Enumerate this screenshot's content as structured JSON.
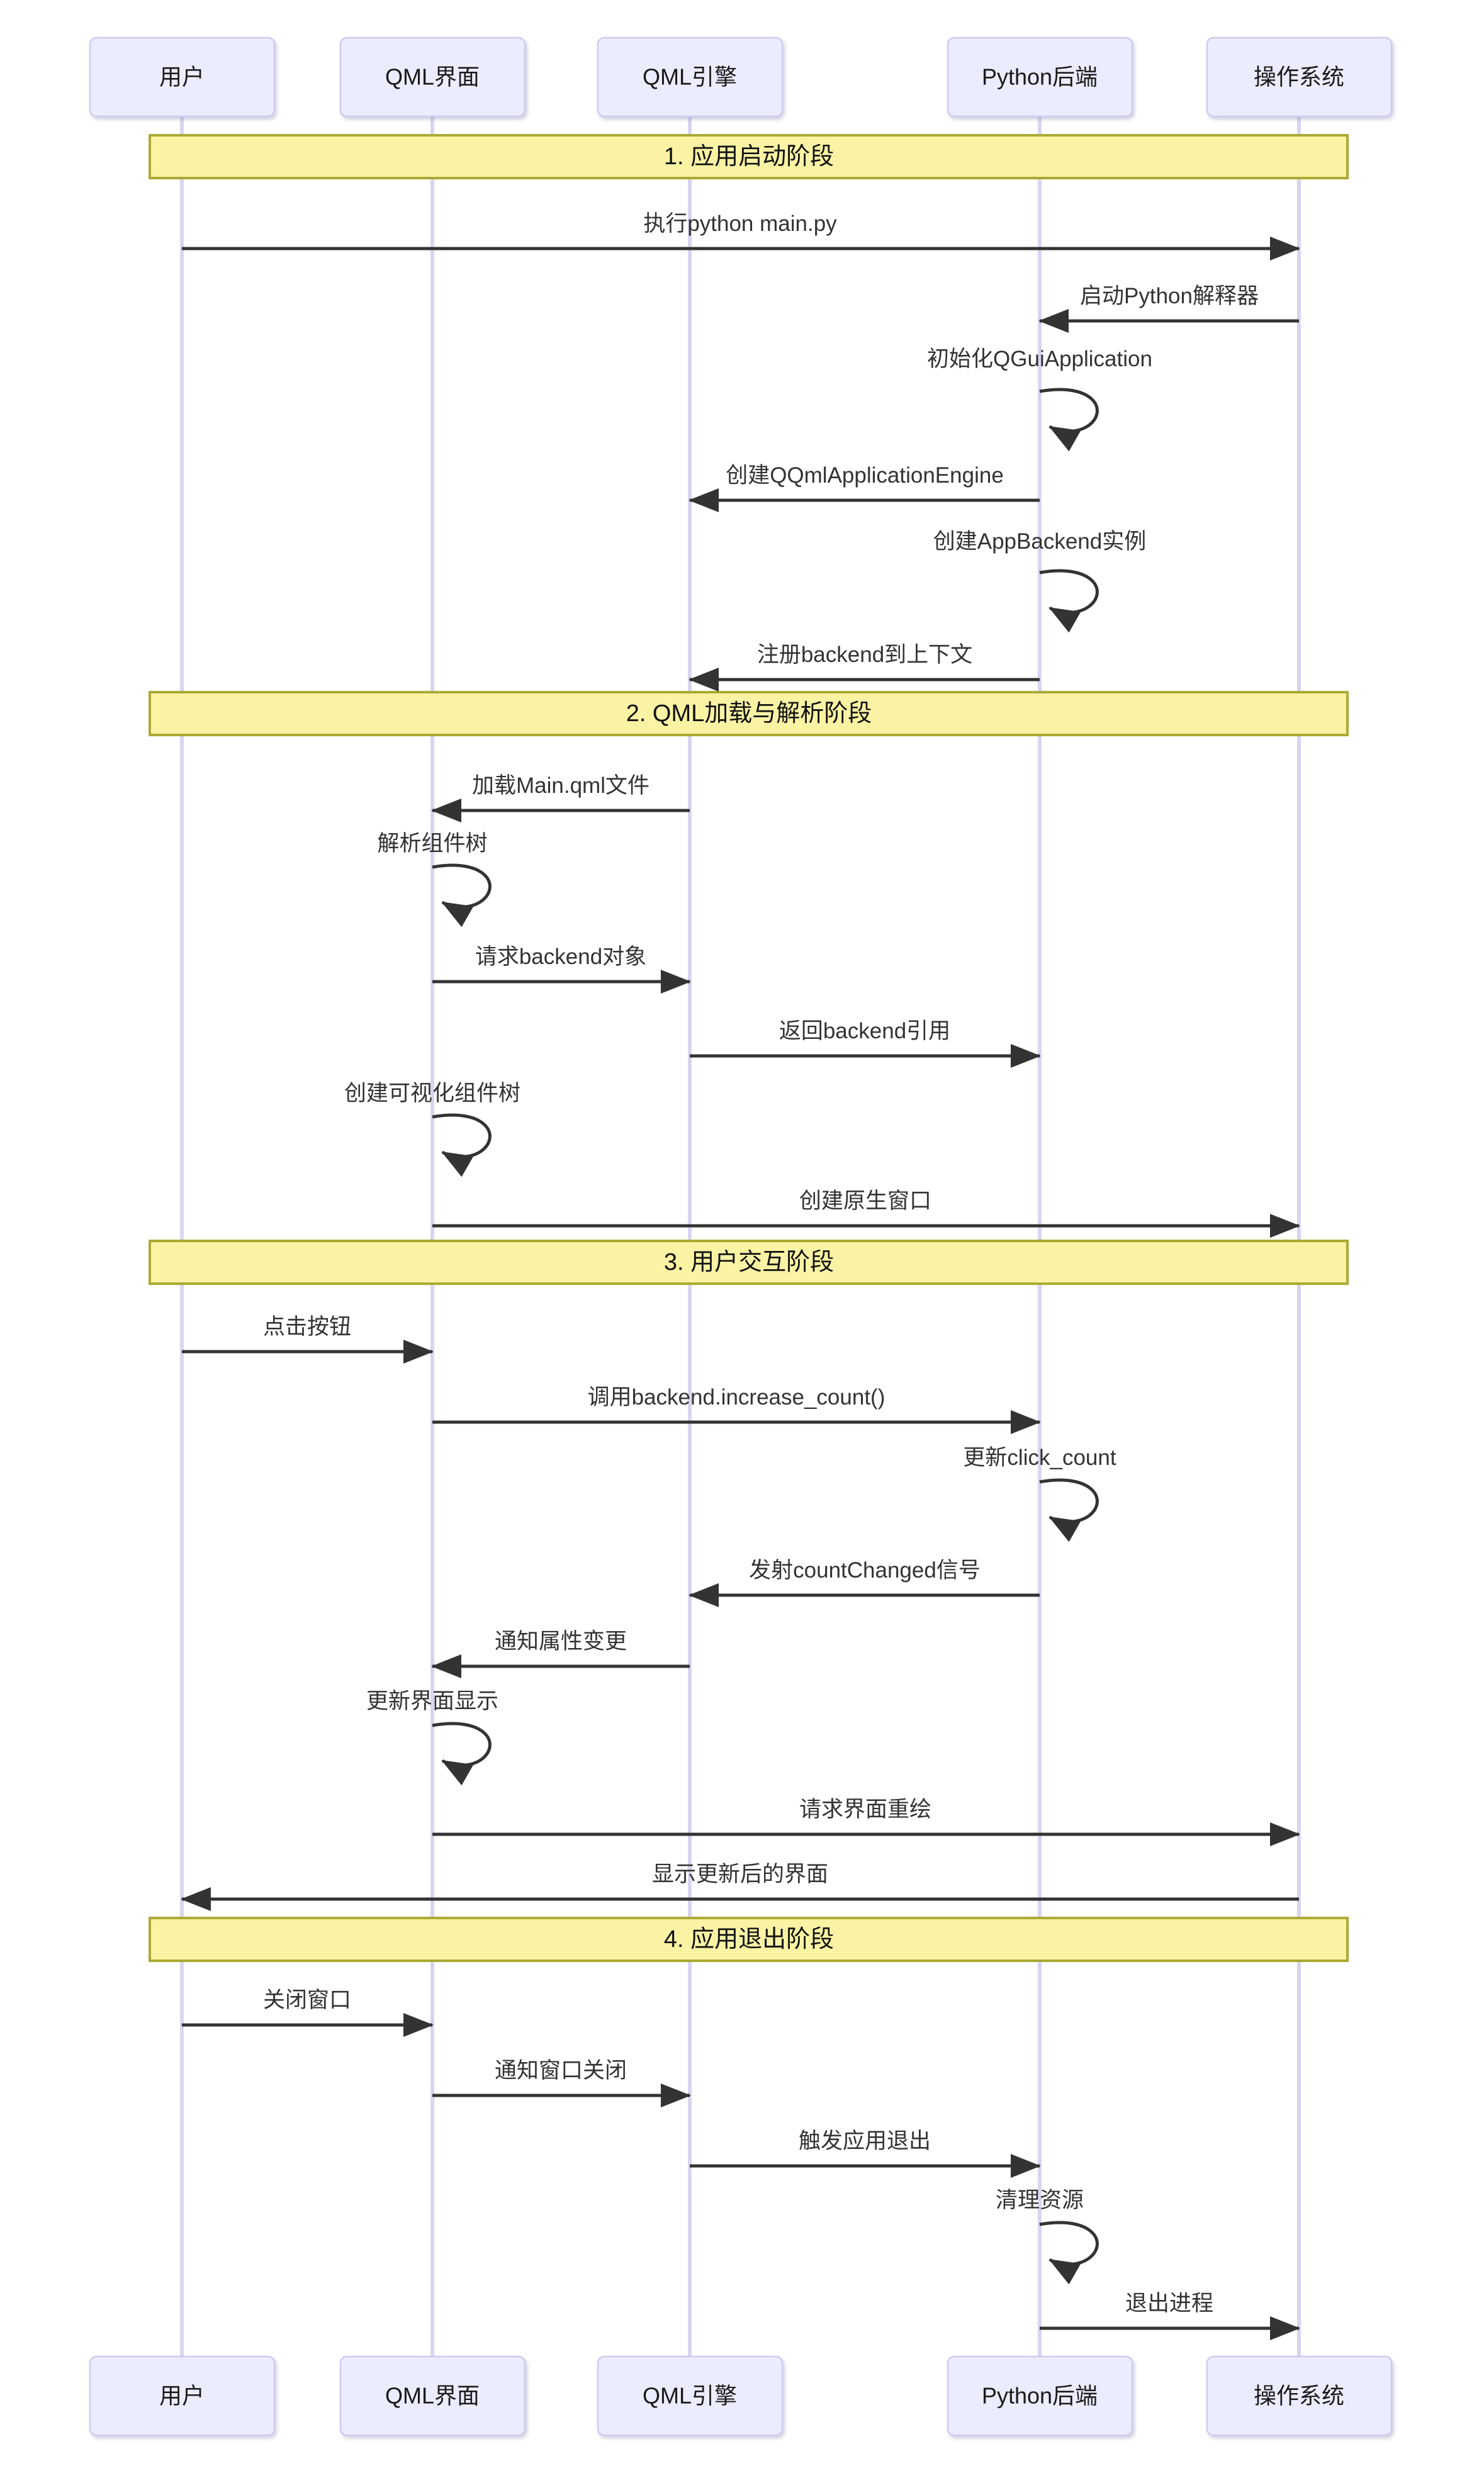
{
  "diagram": {
    "type": "sequence",
    "actors": [
      {
        "id": "user",
        "label": "用户"
      },
      {
        "id": "qml-ui",
        "label": "QML界面"
      },
      {
        "id": "qml-engine",
        "label": "QML引擎"
      },
      {
        "id": "python-backend",
        "label": "Python后端"
      },
      {
        "id": "os",
        "label": "操作系统"
      }
    ],
    "phases": [
      {
        "label": "1. 应用启动阶段"
      },
      {
        "label": "2. QML加载与解析阶段"
      },
      {
        "label": "3. 用户交互阶段"
      },
      {
        "label": "4. 应用退出阶段"
      }
    ],
    "messages": [
      {
        "from": "用户",
        "to": "操作系统",
        "kind": "arrow",
        "label": "执行python main.py"
      },
      {
        "from": "操作系统",
        "to": "Python后端",
        "kind": "arrow",
        "label": "启动Python解释器"
      },
      {
        "from": "Python后端",
        "to": "Python后端",
        "kind": "self",
        "label": "初始化QGuiApplication"
      },
      {
        "from": "Python后端",
        "to": "QML引擎",
        "kind": "arrow",
        "label": "创建QQmlApplicationEngine"
      },
      {
        "from": "Python后端",
        "to": "Python后端",
        "kind": "self",
        "label": "创建AppBackend实例"
      },
      {
        "from": "Python后端",
        "to": "QML引擎",
        "kind": "arrow",
        "label": "注册backend到上下文"
      },
      {
        "from": "QML引擎",
        "to": "QML界面",
        "kind": "arrow",
        "label": "加载Main.qml文件"
      },
      {
        "from": "QML界面",
        "to": "QML界面",
        "kind": "self",
        "label": "解析组件树"
      },
      {
        "from": "QML界面",
        "to": "QML引擎",
        "kind": "arrow",
        "label": "请求backend对象"
      },
      {
        "from": "QML引擎",
        "to": "Python后端",
        "kind": "arrow",
        "label": "返回backend引用"
      },
      {
        "from": "QML界面",
        "to": "QML界面",
        "kind": "self",
        "label": "创建可视化组件树"
      },
      {
        "from": "QML界面",
        "to": "操作系统",
        "kind": "arrow",
        "label": "创建原生窗口"
      },
      {
        "from": "用户",
        "to": "QML界面",
        "kind": "arrow",
        "label": "点击按钮"
      },
      {
        "from": "QML界面",
        "to": "Python后端",
        "kind": "arrow",
        "label": "调用backend.increase_count()"
      },
      {
        "from": "Python后端",
        "to": "Python后端",
        "kind": "self",
        "label": "更新click_count"
      },
      {
        "from": "Python后端",
        "to": "QML引擎",
        "kind": "arrow",
        "label": "发射countChanged信号"
      },
      {
        "from": "QML引擎",
        "to": "QML界面",
        "kind": "arrow",
        "label": "通知属性变更"
      },
      {
        "from": "QML界面",
        "to": "QML界面",
        "kind": "self",
        "label": "更新界面显示"
      },
      {
        "from": "QML界面",
        "to": "操作系统",
        "kind": "arrow",
        "label": "请求界面重绘"
      },
      {
        "from": "操作系统",
        "to": "用户",
        "kind": "arrow",
        "label": "显示更新后的界面"
      },
      {
        "from": "用户",
        "to": "QML界面",
        "kind": "arrow",
        "label": "关闭窗口"
      },
      {
        "from": "QML界面",
        "to": "QML引擎",
        "kind": "arrow",
        "label": "通知窗口关闭"
      },
      {
        "from": "QML引擎",
        "to": "Python后端",
        "kind": "arrow",
        "label": "触发应用退出"
      },
      {
        "from": "Python后端",
        "to": "Python后端",
        "kind": "self",
        "label": "清理资源"
      },
      {
        "from": "Python后端",
        "to": "操作系统",
        "kind": "arrow",
        "label": "退出进程"
      }
    ],
    "colors": {
      "actor_fill": "#ECECFF",
      "actor_border": "#CFCBEF",
      "lifeline": "#D8D5F0",
      "phase_fill": "#FAF3A4",
      "phase_border": "#AAAA33",
      "arrow": "#333333",
      "text": "#333333"
    }
  }
}
